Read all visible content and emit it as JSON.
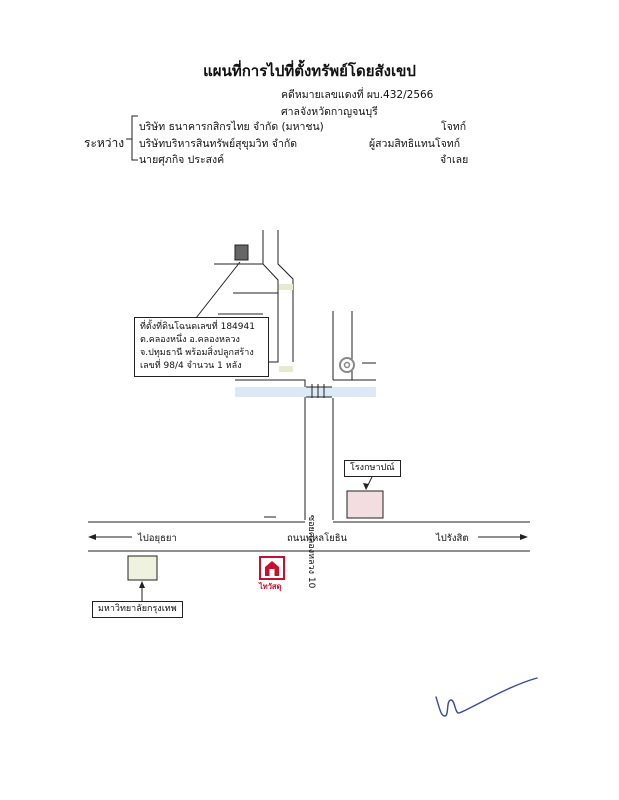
{
  "header": {
    "title": "แผนที่การไปที่ตั้งทรัพย์โดยสังเขป",
    "case_line": "คดีหมายเลขแดงที่ ผบ.432/2566",
    "court_line": "ศาลจังหวัดกาญจนบุรี",
    "between_label": "ระหว่าง",
    "parties": [
      {
        "name": "บริษัท ธนาคารกสิกรไทย จำกัด (มหาชน)",
        "role": "โจทก์"
      },
      {
        "name": "บริษัทบริหารสินทรัพย์สุขุมวิท จำกัด",
        "role": "ผู้สวมสิทธิแทนโจทก์"
      },
      {
        "name": "นายศุภกิจ ประสงค์",
        "role": "จำเลย"
      }
    ]
  },
  "map": {
    "property_callout": "ที่ตั้งที่ดินโฉนดเลขที่ 184941\nต.คลองหนึ่ง อ.คลองหลวง\nจ.ปทุมธานี พร้อมสิ่งปลูกสร้าง\nเลขที่ 98/4 จำนวน 1 หลัง",
    "factory_label": "โรงกษาปณ์",
    "side_road_label": "ซอยคลองหลวง 10",
    "main_road_label": "ถนนพหลโยธิน",
    "left_direction": "ไปอยุธยา",
    "right_direction": "ไปรังสิต",
    "university_label": "มหาวิทยาลัยกรุงเทพ",
    "store_label": "ไทวัสดุ",
    "colors": {
      "canal": "#dbe9f7",
      "property_marker": "#666666",
      "factory_fill": "#f2dde0",
      "university_fill": "#eef2df",
      "store_red": "#c8102e",
      "crossing_green": "#e3ecd0",
      "signature_ink": "#3a4a9a"
    }
  }
}
